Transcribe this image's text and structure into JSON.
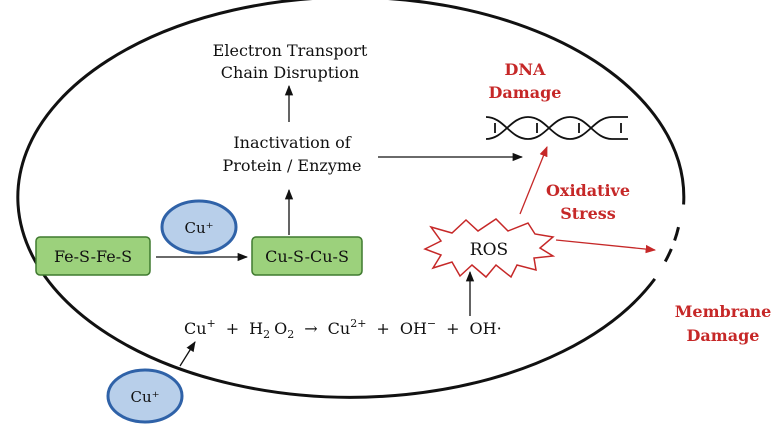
{
  "diagram": {
    "colors": {
      "black": "#111111",
      "red": "#c62828",
      "box_fill": "#9cd17c",
      "box_stroke": "#3f7a2e",
      "ion_fill": "#b8cfea",
      "ion_stroke": "#2f62a8"
    },
    "ion_label": "Cu⁺",
    "labels": {
      "electron_transport": [
        "Electron Transport",
        "Chain Disruption"
      ],
      "inactivation": [
        "Inactivation of",
        "Protein / Enzyme"
      ],
      "dna_damage": [
        "DNA",
        "Damage"
      ],
      "oxidative_stress": [
        "Oxidative",
        "Stress"
      ],
      "ros": "ROS",
      "membrane_damage": [
        "Membrane",
        "Damage"
      ]
    },
    "boxes": {
      "fe_s": "Fe-S-Fe-S",
      "cu_s": "Cu-S-Cu-S"
    },
    "reaction": {
      "cu_plus": "Cu",
      "plus_sign": "+",
      "h2o2_h": "H",
      "h2o2_2a": "2",
      "h2o2_o": "O",
      "h2o2_2b": "2",
      "arrow": "→",
      "cu2_base": "Cu",
      "cu2_charge": "2+",
      "oh_minus": "OH",
      "minus_sign": "−",
      "oh_radical": "OH·"
    }
  }
}
